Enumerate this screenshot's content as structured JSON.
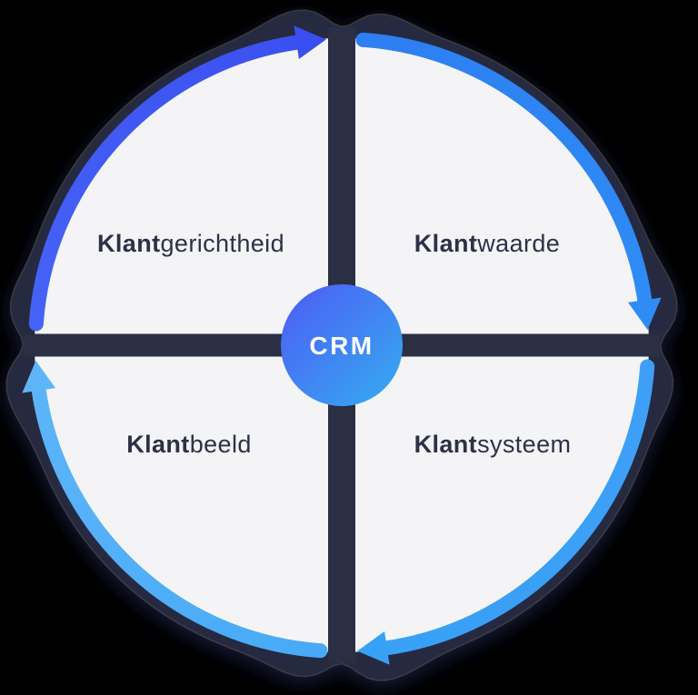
{
  "diagram": {
    "title": "CRM cycle",
    "type": "cycle-diagram"
  },
  "center": {
    "label": "CRM"
  },
  "quadrants": [
    {
      "id": "klantgerichtheid",
      "bold": "Klant",
      "rest": "gerichtheid",
      "position": "top-left"
    },
    {
      "id": "klantwaarde",
      "bold": "Klant",
      "rest": "waarde",
      "position": "top-right"
    },
    {
      "id": "klantbeeld",
      "bold": "Klant",
      "rest": "beeld",
      "position": "bottom-left"
    },
    {
      "id": "klantsysteem",
      "bold": "Klant",
      "rest": "systeem",
      "position": "bottom-right"
    }
  ],
  "cycle": {
    "direction": "clockwise",
    "arrowheads_at": [
      "top",
      "right",
      "bottom",
      "left"
    ]
  },
  "colors": {
    "background": "#000000",
    "ring": "#282C41",
    "ring_edge": "#6E6A4A",
    "shadow": "#232A5E",
    "quadrant_fill": "#F4F4F6",
    "cross": "#2B2F44",
    "label_text": "#2C3147",
    "center_text": "#FFFFFF",
    "center_gradient_start": "#4A67F4",
    "center_gradient_end": "#38A1F1",
    "arc_segments": [
      {
        "from": "left",
        "to": "top",
        "start": "#4563F6",
        "end": "#3A4FF0"
      },
      {
        "from": "top",
        "to": "right",
        "start": "#2E7FF2",
        "end": "#2F8CF5"
      },
      {
        "from": "right",
        "to": "bottom",
        "start": "#3F9FF7",
        "end": "#37A1F6"
      },
      {
        "from": "bottom",
        "to": "left",
        "start": "#48AAF7",
        "end": "#5EB5F8"
      }
    ]
  }
}
